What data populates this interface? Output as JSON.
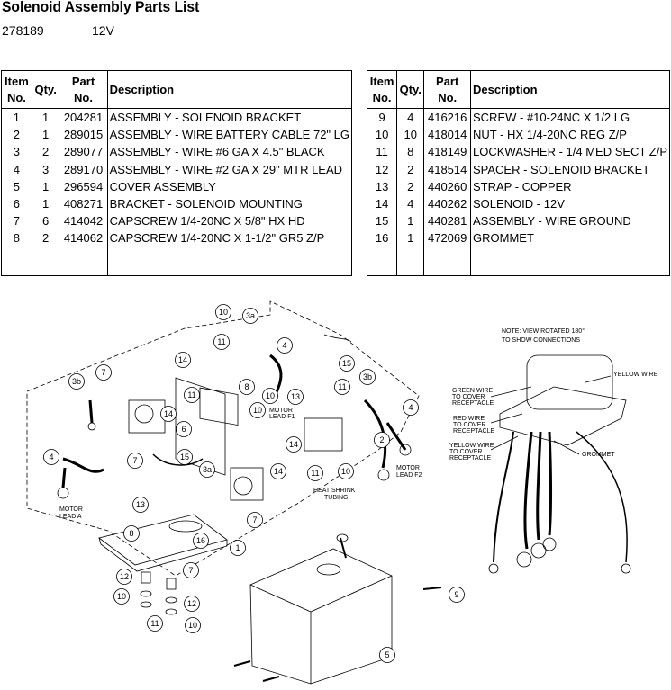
{
  "header": {
    "title": "Solenoid Assembly Parts List",
    "part_number": "278189",
    "voltage": "12V"
  },
  "table_headers": {
    "item_line1": "Item",
    "item_line2": "No.",
    "qty": "Qty.",
    "part_no": "Part No.",
    "description": "Description"
  },
  "parts_left": [
    {
      "item": "1",
      "qty": "1",
      "part": "204281",
      "desc": "ASSEMBLY - SOLENOID BRACKET"
    },
    {
      "item": "2",
      "qty": "1",
      "part": "289015",
      "desc": "ASSEMBLY - WIRE BATTERY CABLE 72\" LG"
    },
    {
      "item": "3",
      "qty": "2",
      "part": "289077",
      "desc": "ASSEMBLY - WIRE #6 GA X 4.5\" BLACK"
    },
    {
      "item": "4",
      "qty": "3",
      "part": "289170",
      "desc": "ASSEMBLY - WIRE #2 GA X 29\" MTR LEAD"
    },
    {
      "item": "5",
      "qty": "1",
      "part": "296594",
      "desc": "COVER ASSEMBLY"
    },
    {
      "item": "6",
      "qty": "1",
      "part": "408271",
      "desc": "BRACKET - SOLENOID MOUNTING"
    },
    {
      "item": "7",
      "qty": "6",
      "part": "414042",
      "desc": "CAPSCREW 1/4-20NC X 5/8\" HX HD"
    },
    {
      "item": "8",
      "qty": "2",
      "part": "414062",
      "desc": "CAPSCREW 1/4-20NC X 1-1/2\" GR5 Z/P"
    }
  ],
  "parts_right": [
    {
      "item": "9",
      "qty": "4",
      "part": "416216",
      "desc": "SCREW - #10-24NC X 1/2 LG"
    },
    {
      "item": "10",
      "qty": "10",
      "part": "418014",
      "desc": "NUT - HX 1/4-20NC REG Z/P"
    },
    {
      "item": "11",
      "qty": "8",
      "part": "418149",
      "desc": "LOCKWASHER - 1/4 MED SECT Z/P"
    },
    {
      "item": "12",
      "qty": "2",
      "part": "418514",
      "desc": "SPACER - SOLENOID BRACKET"
    },
    {
      "item": "13",
      "qty": "2",
      "part": "440260",
      "desc": "STRAP - COPPER"
    },
    {
      "item": "14",
      "qty": "4",
      "part": "440262",
      "desc": "SOLENOID - 12V"
    },
    {
      "item": "15",
      "qty": "1",
      "part": "440281",
      "desc": "ASSEMBLY - WIRE GROUND"
    },
    {
      "item": "16",
      "qty": "1",
      "part": "472069",
      "desc": "GROMMET"
    }
  ],
  "diagram": {
    "note_line1": "NOTE: VIEW ROTATED 180°",
    "note_line2": "TO SHOW CONNECTIONS",
    "yellow_wire": "YELLOW WIRE",
    "green_wire": [
      "GREEN WIRE",
      "TO COVER",
      "RECEPTACLE"
    ],
    "red_wire": [
      "RED WIRE",
      "TO COVER",
      "RECEPTACLE"
    ],
    "yellow_wire_cover": [
      "YELLOW WIRE",
      "TO COVER",
      "RECEPTACLE"
    ],
    "grommet": "GROMMET",
    "motor_lead_f1": [
      "MOTOR",
      "LEAD F1"
    ],
    "motor_lead_f2": [
      "MOTOR",
      "LEAD F2"
    ],
    "motor_lead_a": [
      "MOTOR",
      "LEAD A"
    ],
    "heat_shrink": [
      "HEAT SHRINK",
      "TUBING"
    ],
    "callouts": [
      "10",
      "3a",
      "11",
      "4",
      "14",
      "15",
      "3b",
      "7",
      "3b",
      "11",
      "8",
      "10",
      "13",
      "11",
      "10",
      "4",
      "14",
      "6",
      "2",
      "14",
      "15",
      "7",
      "4",
      "3a",
      "14",
      "11",
      "10",
      "13",
      "7",
      "8",
      "16",
      "1",
      "7",
      "12",
      "10",
      "11",
      "12",
      "10",
      "5",
      "9"
    ]
  }
}
